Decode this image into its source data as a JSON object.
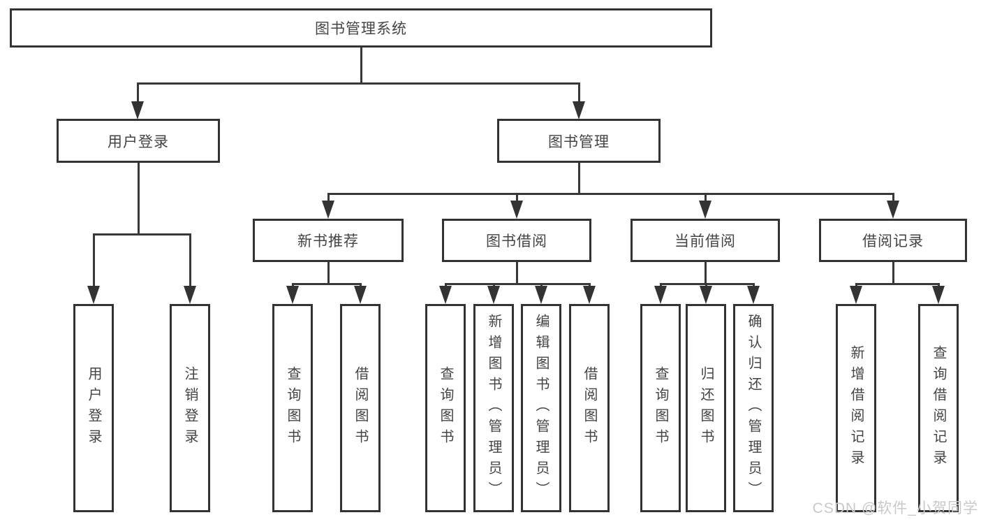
{
  "tree": {
    "label": "图书管理系统",
    "children": [
      {
        "label": "用户登录",
        "children": [
          {
            "label": "用户登录"
          },
          {
            "label": "注销登录"
          }
        ]
      },
      {
        "label": "图书管理",
        "children": [
          {
            "label": "新书推荐",
            "children": [
              {
                "label": "查询图书"
              },
              {
                "label": "借阅图书"
              }
            ]
          },
          {
            "label": "图书借阅",
            "children": [
              {
                "label": "查询图书"
              },
              {
                "label": "新增图书（管理员）"
              },
              {
                "label": "编辑图书（管理员）"
              },
              {
                "label": "借阅图书"
              }
            ]
          },
          {
            "label": "当前借阅",
            "children": [
              {
                "label": "查询图书"
              },
              {
                "label": "归还图书"
              },
              {
                "label": "确认归还（管理员）"
              }
            ]
          },
          {
            "label": "借阅记录",
            "children": [
              {
                "label": "新增借阅记录"
              },
              {
                "label": "查询借阅记录"
              }
            ]
          }
        ]
      }
    ]
  },
  "watermark": {
    "text": "CSDN @软件_小贺同学"
  },
  "colors": {
    "line": "#383838",
    "box_border": "#333333",
    "text": "#444444",
    "watermark": "#c9c9c9",
    "background": "#ffffff"
  }
}
